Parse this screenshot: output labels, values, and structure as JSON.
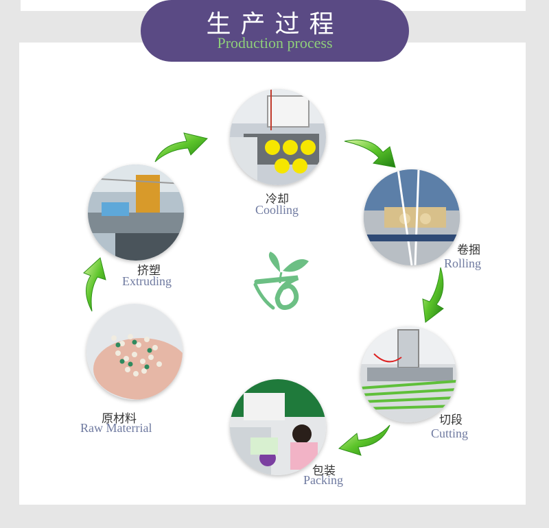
{
  "header": {
    "title_zh": "生产过程",
    "title_en": "Production process"
  },
  "steps": [
    {
      "zh": "冷却",
      "en": "Coolling",
      "icon": "cooling-machine-photo"
    },
    {
      "zh": "卷捆",
      "en": "Rolling",
      "icon": "rolling-machine-photo"
    },
    {
      "zh": "切段",
      "en": "Cutting",
      "icon": "cutting-machine-photo"
    },
    {
      "zh": "包装",
      "en": "Packing",
      "icon": "packing-workers-photo"
    },
    {
      "zh": "原材料",
      "en": "Raw Materrial",
      "icon": "plastic-pellets-photo"
    },
    {
      "zh": "挤塑",
      "en": "Extruding",
      "icon": "extruder-photo"
    }
  ],
  "colors": {
    "header_bg": "#5a4a84",
    "header_en": "#8fcf7a",
    "arrow_green": "#3fae1f",
    "label_en": "#6f7aa0",
    "logo_green": "#6cbf84"
  }
}
